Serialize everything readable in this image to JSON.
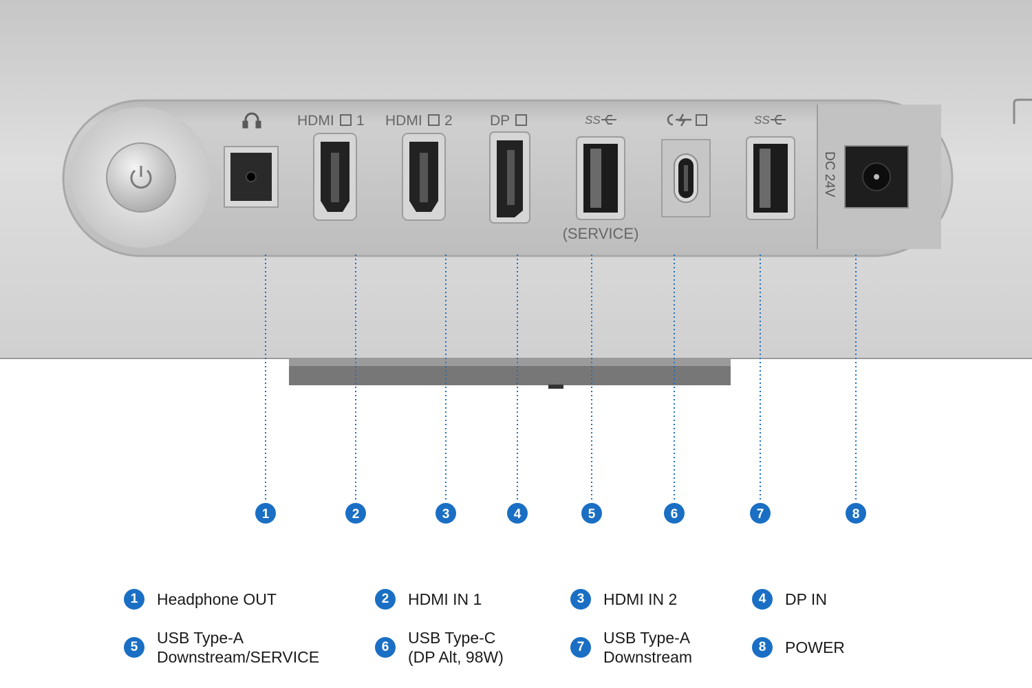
{
  "panel": {
    "port_labels": {
      "headphone_icon": "headphone-icon",
      "hdmi1": "HDMI",
      "hdmi1_num": "1",
      "hdmi2": "HDMI",
      "hdmi2_num": "2",
      "dp": "DP",
      "usb_a_service": "SS",
      "usb_c": "",
      "usb_a": "SS"
    },
    "service_label": "(SERVICE)",
    "dc_label": "DC 24V"
  },
  "callouts": [
    "1",
    "2",
    "3",
    "4",
    "5",
    "6",
    "7",
    "8"
  ],
  "legend": [
    {
      "num": "1",
      "text": "Headphone OUT"
    },
    {
      "num": "2",
      "text": "HDMI IN 1"
    },
    {
      "num": "3",
      "text": "HDMI IN 2"
    },
    {
      "num": "4",
      "text": "DP IN"
    },
    {
      "num": "5",
      "text": "USB Type-A\nDownstream/SERVICE"
    },
    {
      "num": "6",
      "text": "USB Type-C\n(DP Alt, 98W)"
    },
    {
      "num": "7",
      "text": "USB Type-A\nDownstream"
    },
    {
      "num": "8",
      "text": "POWER"
    }
  ],
  "colors": {
    "accent": "#1a6fc4",
    "body": "#d4d4d4",
    "panel": "#c9c9c9"
  }
}
